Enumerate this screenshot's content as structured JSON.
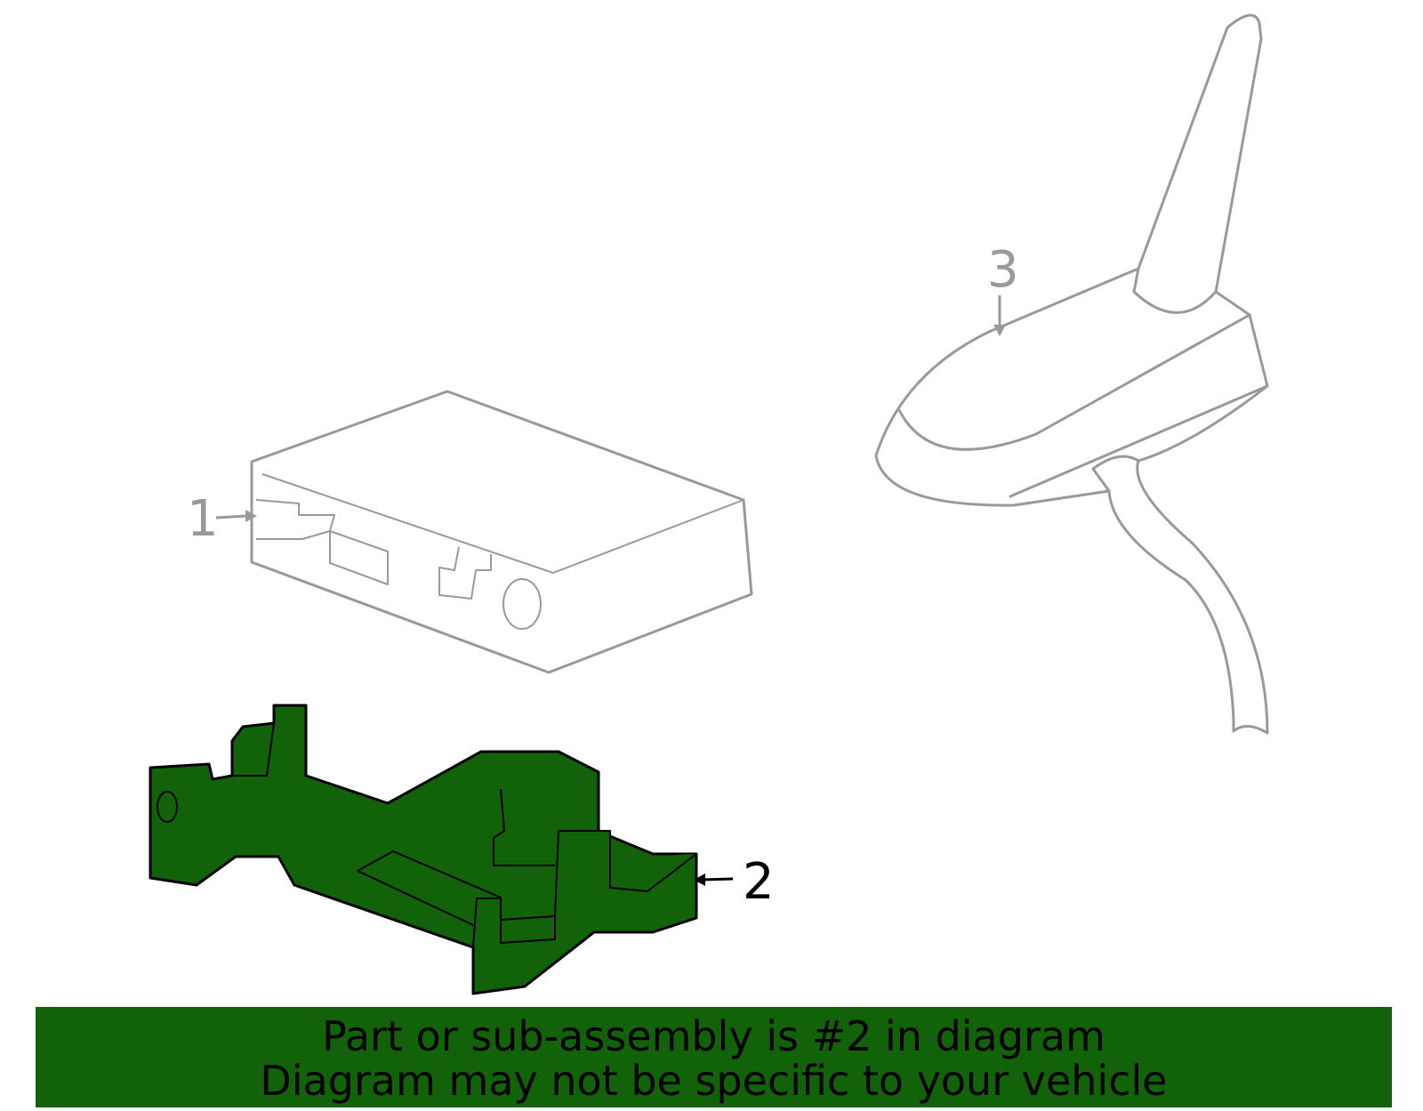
{
  "callouts": {
    "part_1": "1",
    "part_2": "2",
    "part_3": "3"
  },
  "banner": {
    "line1": "Part or sub-assembly is #2 in diagram",
    "line2": "Diagram may not be specific to your vehicle"
  },
  "colors": {
    "highlight_fill": "#12620a",
    "outline_gray": "#999999",
    "outline_black": "#000000",
    "banner_bg": "#12620a"
  }
}
